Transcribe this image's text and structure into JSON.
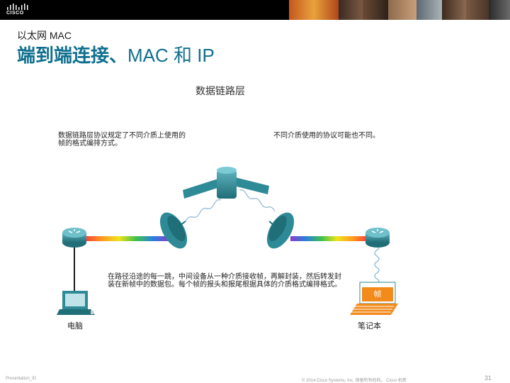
{
  "header": {
    "logo_text": "CISCO"
  },
  "slide": {
    "subtitle": "以太网 MAC",
    "title_cjk": "端到端连接、",
    "title_latin": "MAC 和 IP"
  },
  "diagram": {
    "title": "数据链路层",
    "note_left": "数据链路层协议规定了不同介质上使用的帧的格式编排方式。",
    "note_right": "不同介质使用的协议可能也不同。",
    "note_bottom": "在路径沿途的每一跳，中间设备从一种介质接收帧，再解封装，然后转发封装在新帧中的数据包。每个帧的报头和报尾根据具体的介质格式编排格式。",
    "pc_label": "电脑",
    "laptop_label": "笔记本",
    "frame_label": "帧"
  },
  "colors": {
    "title": "#0f6f8f",
    "frame": "#f28a1c",
    "device_teal": "#2e8a96",
    "serial_line": "#2b2b8c"
  },
  "footer": {
    "left": "Presentation_ID",
    "center": "© 2014 Cisco Systems, Inc. 保留所有权利。 Cisco 机密",
    "page_number": "31"
  }
}
